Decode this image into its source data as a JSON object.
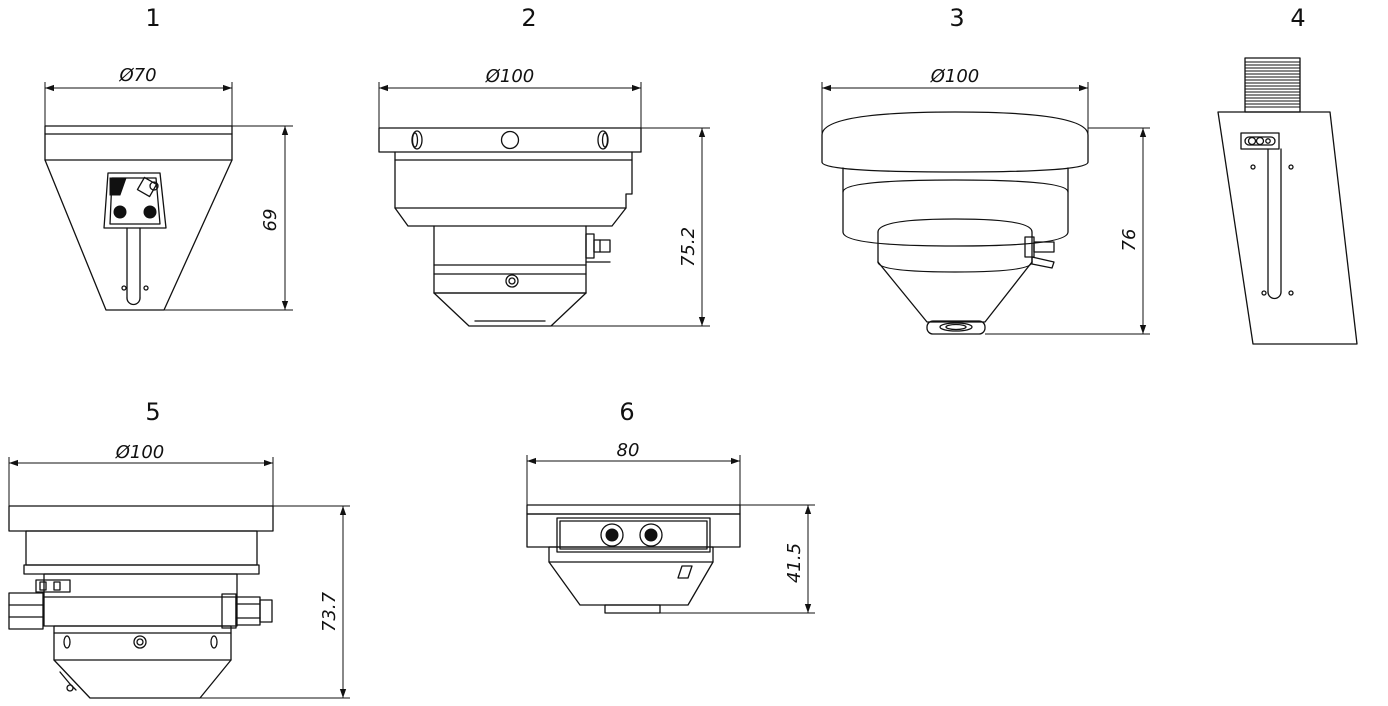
{
  "views": [
    {
      "number": "1",
      "width_dimension": "Ø70",
      "height_dimension": "69"
    },
    {
      "number": "2",
      "width_dimension": "Ø100",
      "height_dimension": "75.2"
    },
    {
      "number": "3",
      "width_dimension": "Ø100",
      "height_dimension": "76"
    },
    {
      "number": "4"
    },
    {
      "number": "5",
      "width_dimension": "Ø100",
      "height_dimension": "73.7"
    },
    {
      "number": "6",
      "width_dimension": "80",
      "height_dimension": "41.5"
    }
  ],
  "colors": {
    "line": "#111111",
    "background": "#ffffff"
  }
}
